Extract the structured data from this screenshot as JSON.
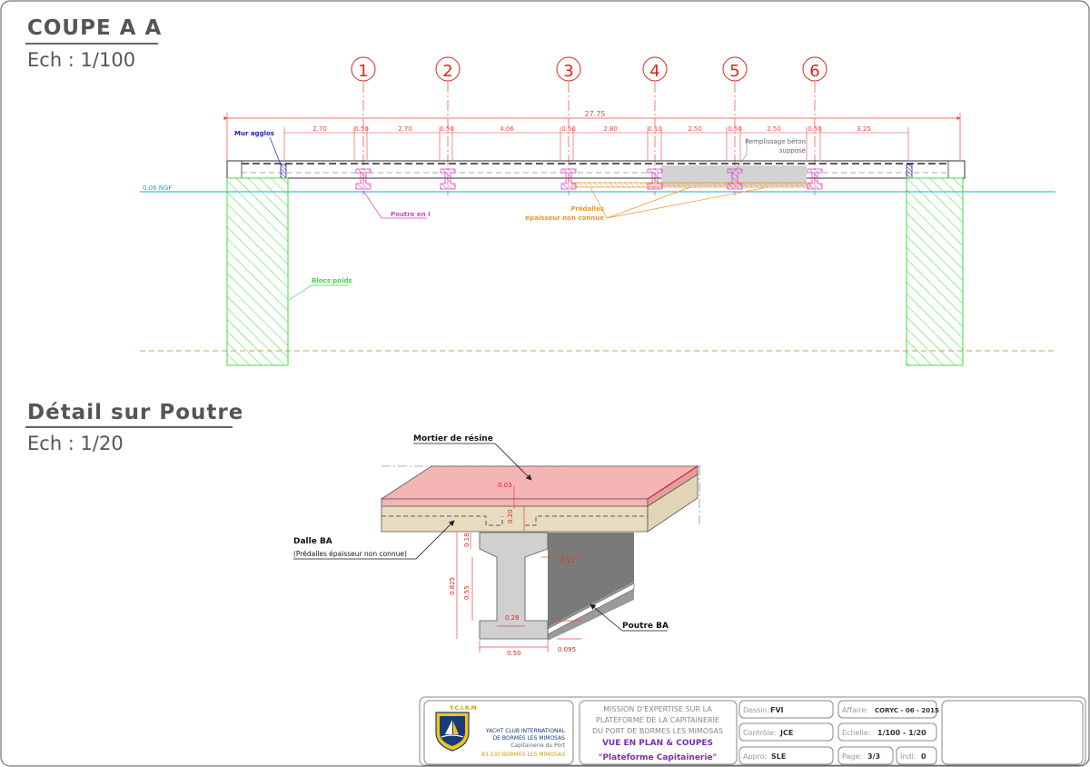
{
  "section_a": {
    "title": "COUPE A A",
    "scale": "Ech : 1/100",
    "axes": [
      "1",
      "2",
      "3",
      "4",
      "5",
      "6"
    ],
    "total_dim": "27.75",
    "dims": [
      "2.70",
      "0.50",
      "2.70",
      "0.50",
      "4.06",
      "0.50",
      "2.80",
      "0.10",
      "2.50",
      "0.50",
      "2.50",
      "0.50",
      "3.25"
    ],
    "ngf_label": "0.06 NGF",
    "labels": {
      "mur": "Mur agglos",
      "poutre": "Poutre en I",
      "predalles_1": "Prédalles",
      "predalles_2": "épaisseur non connue",
      "remplissage_1": "Remplissage béton",
      "remplissage_2": "supposé",
      "blocs": "Blocs poids"
    }
  },
  "detail": {
    "title": "Détail sur Poutre",
    "scale": "Ech : 1/20",
    "labels": {
      "mortier": "Mortier de résine",
      "dalle": "Dalle BA",
      "dalle_sub": "(Prédalles épaisseur non connue)",
      "poutre": "Poutre BA"
    },
    "dims": {
      "d003": "0.03",
      "d020": "0.20",
      "d018": "0.18",
      "d011": "0.11",
      "d0825": "0.825",
      "d055": "0.55",
      "d028": "0.28",
      "d050": "0.50",
      "d0095": "0.095"
    }
  },
  "title_block": {
    "club_abbr": "Y.C.I.B.M",
    "club_name_1": "YACHT CLUB INTERNATIONAL",
    "club_name_2": "DE BORMES LES MIMOSAS",
    "club_dept": "Capitainerie du Port",
    "club_addr": "83 230 BORMES LES MIMOSAS",
    "mission_1": "MISSION D'EXPERTISE SUR LA",
    "mission_2": "PLATEFORME DE LA CAPITAINERIE",
    "mission_3": "DU PORT DE BORMES LES MIMOSAS",
    "view": "VUE EN PLAN & COUPES",
    "subject": "\"Plateforme Capitainerie\"",
    "dessin_label": "Dessin:",
    "dessin_value": "FVI",
    "controle_label": "Contrôle:",
    "controle_value": "JCE",
    "appro_label": "Appro:",
    "appro_value": "SLE",
    "affaire_label": "Affaire:",
    "affaire_value": "CORYC - 06 - 2015",
    "echelle_label": "Echelle:",
    "echelle_value": "1/100 - 1/20",
    "page_label": "Page:",
    "page_value": "3/3",
    "indice_label": "Indi:",
    "indice_value": "0"
  },
  "colors": {
    "dim_red": "#e8473f",
    "axis_red": "#d9261c",
    "water": "#19a9d6",
    "block_green": "#3ddc3d",
    "beam_magenta": "#e040c8",
    "predalle_orange": "#f0962f",
    "mur_blue": "#2222aa",
    "mortar_pink": "#f5b5b5",
    "slab_beige": "#e8dcc0",
    "logo_blue": "#1a3a7a",
    "logo_yellow": "#f2c418",
    "view_purple": "#7a2fb0"
  }
}
